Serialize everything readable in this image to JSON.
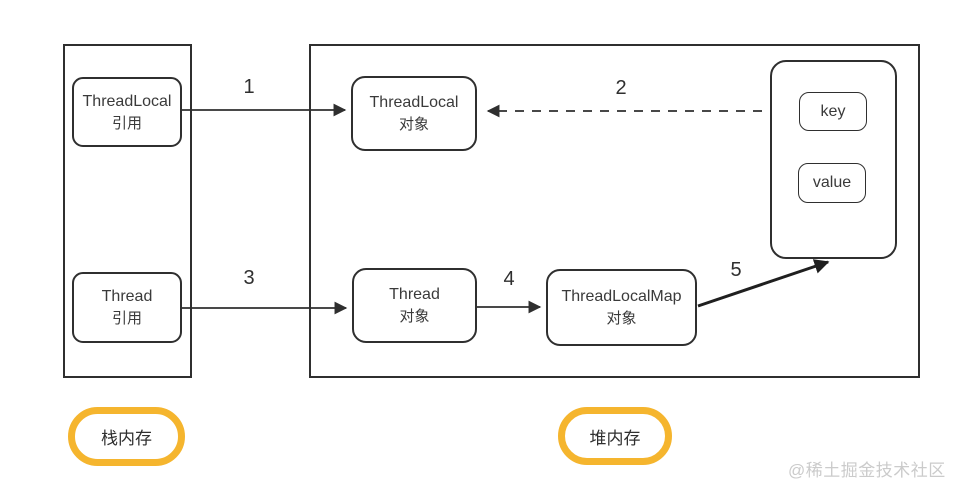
{
  "diagram": {
    "stack": {
      "label": "栈内存",
      "threadlocal_ref": {
        "line1": "ThreadLocal",
        "line2": "引用"
      },
      "thread_ref": {
        "line1": "Thread",
        "line2": "引用"
      }
    },
    "heap": {
      "label": "堆内存",
      "threadlocal_obj": {
        "line1": "ThreadLocal",
        "line2": "对象"
      },
      "thread_obj": {
        "line1": "Thread",
        "line2": "对象"
      },
      "threadlocalmap_obj": {
        "line1": "ThreadLocalMap",
        "line2": "对象"
      },
      "entry": {
        "key": "key",
        "value": "value"
      }
    },
    "arrow_labels": {
      "arrow1": "1",
      "arrow2": "2",
      "arrow3": "3",
      "arrow4": "4",
      "arrow5": "5"
    },
    "colors": {
      "line": "#2f2f2f",
      "highlight": "#f5b52e",
      "watermark_text": "#cbcbcb"
    }
  },
  "watermark": "@稀土掘金技术社区"
}
